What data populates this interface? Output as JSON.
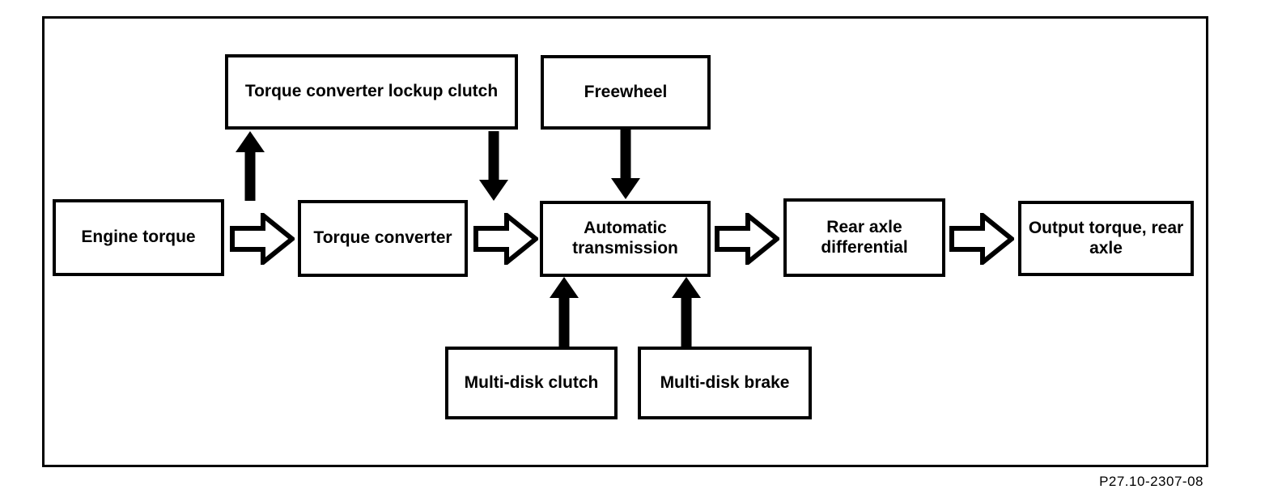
{
  "diagram": {
    "title_hint": "Automatic transmission power flow diagram",
    "code_label": "P27.10-2307-08",
    "colors": {
      "line": "#000000",
      "background": "#ffffff"
    },
    "boxes": {
      "engine_torque": "Engine torque",
      "torque_converter": "Torque converter",
      "automatic_transmission": "Automatic transmission",
      "rear_axle_differential": "Rear axle differential",
      "output_torque_rear_axle": "Output torque, rear axle",
      "torque_converter_lockup_clutch": "Torque converter lockup clutch",
      "freewheel": "Freewheel",
      "multi_disk_clutch": "Multi-disk clutch",
      "multi_disk_brake": "Multi-disk brake"
    },
    "connections": [
      {
        "from": "Engine torque",
        "to": "Torque converter",
        "style": "hollow-right-arrow"
      },
      {
        "from": "Torque converter",
        "to": "Automatic transmission",
        "style": "hollow-right-arrow"
      },
      {
        "from": "Automatic transmission",
        "to": "Rear axle differential",
        "style": "hollow-right-arrow"
      },
      {
        "from": "Rear axle differential",
        "to": "Output torque, rear axle",
        "style": "hollow-right-arrow"
      },
      {
        "from": "flow between Engine torque and Torque converter",
        "to": "Torque converter lockup clutch",
        "style": "solid-up-arrow"
      },
      {
        "from": "Torque converter lockup clutch",
        "to": "flow between Torque converter and Automatic transmission",
        "style": "solid-down-arrow"
      },
      {
        "from": "Freewheel",
        "to": "Automatic transmission",
        "style": "solid-down-arrow"
      },
      {
        "from": "Multi-disk clutch",
        "to": "Automatic transmission",
        "style": "solid-up-arrow"
      },
      {
        "from": "Multi-disk brake",
        "to": "Automatic transmission",
        "style": "solid-up-arrow"
      }
    ]
  }
}
